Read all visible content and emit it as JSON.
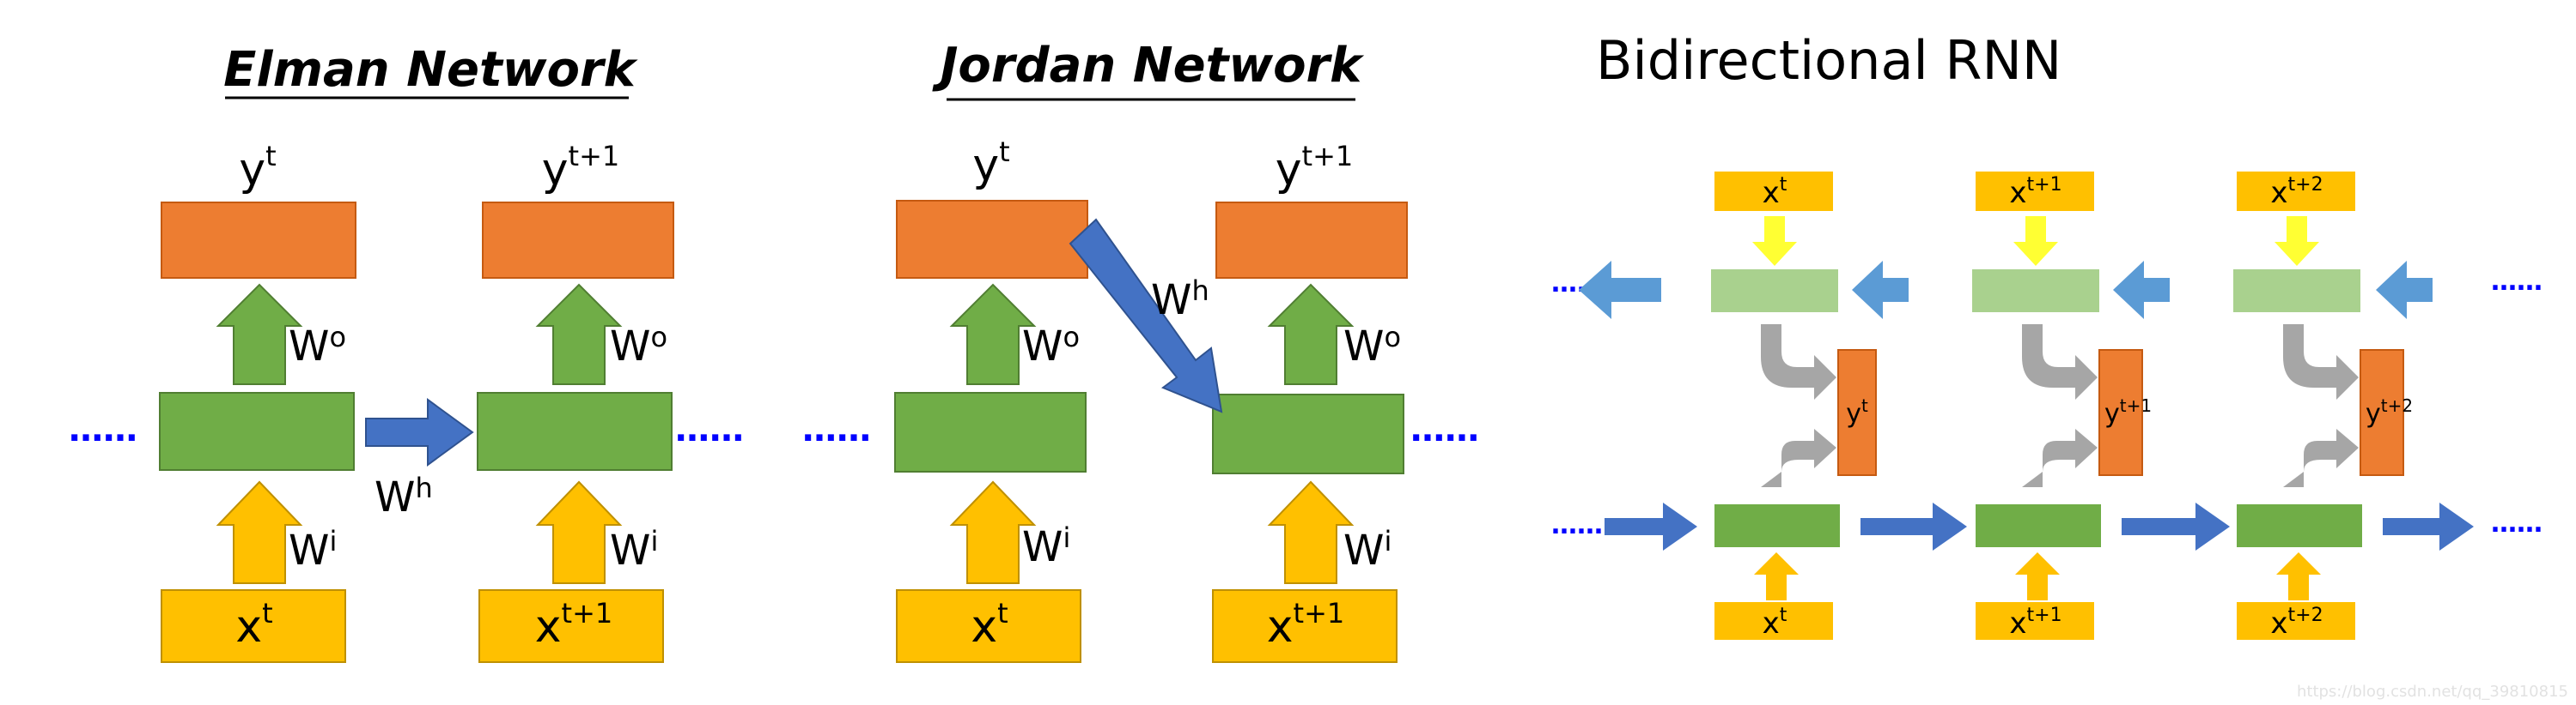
{
  "colors": {
    "output_box": "#ed7d31",
    "hidden_box": "#70ad47",
    "input_box": "#ffc000",
    "recurrent_arrow": "#4472c4",
    "weight_arrow_up": "#ffc000",
    "weight_arrow_out": "#70ad47",
    "light_hidden_box": "#a9d18e",
    "gray_arrow": "#a6a6a6",
    "yellow_arrow": "#ffff33",
    "blue_arrow": "#5b9bd5",
    "dots": "#0000ff"
  },
  "icons": {
    "up_arrow": "up-arrow-icon",
    "right_arrow": "right-arrow-icon",
    "left_arrow": "left-arrow-icon",
    "down_arrow": "down-arrow-icon",
    "diagonal_arrow": "diagonal-arrow-icon",
    "curved_arrow": "curved-arrow-icon"
  },
  "elman": {
    "title": "Elman Network",
    "steps": [
      {
        "y": "y",
        "y_sup": "t",
        "x": "x",
        "x_sup": "t"
      },
      {
        "y": "y",
        "y_sup": "t+1",
        "x": "x",
        "x_sup": "t+1"
      }
    ],
    "wo": "W",
    "wo_sup": "o",
    "wi": "W",
    "wi_sup": "i",
    "wh": "W",
    "wh_sup": "h",
    "dots": "……"
  },
  "jordan": {
    "title": "Jordan Network",
    "steps": [
      {
        "y": "y",
        "y_sup": "t",
        "x": "x",
        "x_sup": "t"
      },
      {
        "y": "y",
        "y_sup": "t+1",
        "x": "x",
        "x_sup": "t+1"
      }
    ],
    "wo": "W",
    "wo_sup": "o",
    "wi": "W",
    "wi_sup": "i",
    "wh": "W",
    "wh_sup": "h",
    "dots": "……"
  },
  "birnn": {
    "title": "Bidirectional RNN",
    "steps": [
      {
        "x": "x",
        "x_sup": "t",
        "y": "y",
        "y_sup": "t"
      },
      {
        "x": "x",
        "x_sup": "t+1",
        "y": "y",
        "y_sup": "t+1"
      },
      {
        "x": "x",
        "x_sup": "t+2",
        "y": "y",
        "y_sup": "t+2"
      }
    ],
    "dots": "……"
  },
  "watermark": "https://blog.csdn.net/qq_39810815"
}
